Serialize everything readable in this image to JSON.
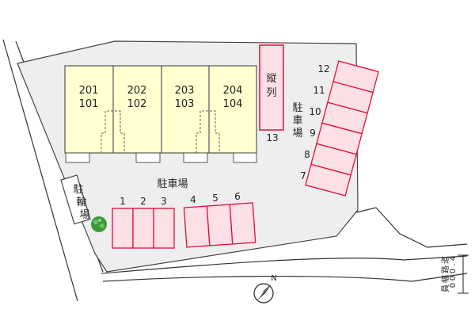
{
  "building": {
    "units": [
      {
        "upper": "201",
        "lower": "101"
      },
      {
        "upper": "202",
        "lower": "102"
      },
      {
        "upper": "203",
        "lower": "103"
      },
      {
        "upper": "204",
        "lower": "104"
      }
    ]
  },
  "parking_center": {
    "label": "駐車場",
    "group_a": [
      "1",
      "2",
      "3"
    ],
    "group_b": [
      "4",
      "5",
      "6"
    ]
  },
  "parking_right": {
    "label_chars": [
      "駐",
      "車",
      "場"
    ],
    "slots": [
      "7",
      "8",
      "9",
      "10",
      "11",
      "12"
    ]
  },
  "tandem_slot": {
    "label_chars": [
      "縦",
      "列"
    ],
    "number": "13"
  },
  "bicycle_parking": {
    "label_chars": [
      "駐",
      "輪",
      "場"
    ]
  },
  "road": {
    "label_chars": [
      "道",
      "路",
      "幅",
      "員"
    ],
    "width_chars": [
      "4",
      ".",
      "0",
      "0",
      "0"
    ]
  },
  "compass": {
    "north_label": "N"
  },
  "colors": {
    "lot_fill": "#eeeeee",
    "building_fill": "#ffffd0",
    "parking_stroke": "#e0103a",
    "parking_fill": "#fde0e6",
    "tree": "#3a9a3a"
  }
}
